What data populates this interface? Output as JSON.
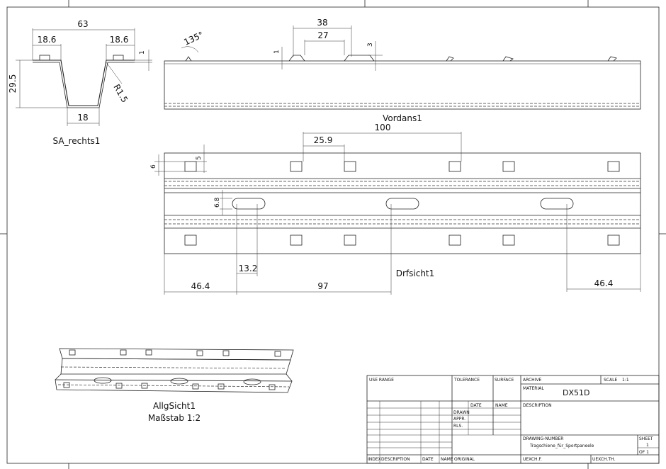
{
  "profile_view": {
    "label": "SA_rechts1",
    "dims": {
      "overall_width": "63",
      "left_flange": "18.6",
      "right_flange": "18.6",
      "thickness": "1",
      "height": "29.5",
      "bottom": "18",
      "radius": "R1.5"
    }
  },
  "front_view": {
    "label": "Vordans1",
    "dims": {
      "angle": "135°",
      "width_outer": "38",
      "width_inner": "27",
      "thickness": "1",
      "height": "3"
    }
  },
  "top_view": {
    "label": "Drfsicht1",
    "dims": {
      "pitch": "100",
      "tab_spacing": "25.9",
      "tab_height": "5",
      "edge_height": "6",
      "slot_height": "6.8",
      "slot_length": "13.2",
      "left_margin": "46.4",
      "slot_pitch": "97",
      "right_margin": "46.4"
    }
  },
  "iso_view": {
    "label": "AllgSicht1",
    "scale_label": "Maßstab 1:2"
  },
  "title_block": {
    "use_range": "USE RANGE",
    "tolerance": "TOLERANCE",
    "surface": "SURFACE",
    "archive": "ARCHIVE",
    "scale_label": "SCALE",
    "scale_value": "1:1",
    "material_label": "MATERIAL",
    "material_value": "DX51D",
    "description_label": "DESCRIPTION",
    "date": "DATE",
    "name": "NAME",
    "drawn": "DRAWN",
    "appr": "APPR.",
    "rls": "RLS.",
    "drawing_number_label": "DRAWING-NUMBER",
    "drawing_number_value": "Tragschiene_für_Sportpaneele",
    "sheet_label": "SHEET",
    "sheet_value": "1",
    "of_label": "OF 1",
    "index": "INDEX",
    "description_col": "DESCRIPTION",
    "date_col": "DATE",
    "name_col": "NAME",
    "original": "ORIGINAL",
    "uexch_f": "UEXCH.F.",
    "uexch_th": "UEXCH.TH."
  }
}
